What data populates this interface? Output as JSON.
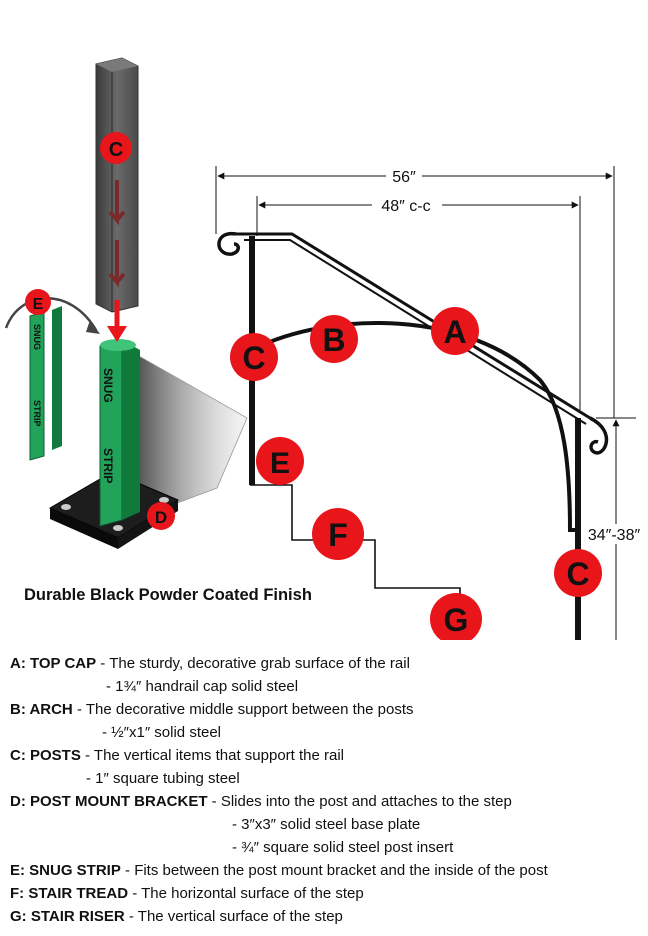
{
  "dimensions": {
    "overall_width": "56″",
    "center_to_center": "48″ c-c",
    "height_range": "34″-38″"
  },
  "callouts": {
    "a": "A",
    "b": "B",
    "c": "C",
    "d": "D",
    "e": "E",
    "f": "F",
    "g": "G"
  },
  "snug_strip_text": {
    "word1": "SNUG",
    "word2": "STRIP"
  },
  "finish_caption": "Durable Black Powder Coated Finish",
  "legend": [
    {
      "key": "A: TOP CAP",
      "desc": " - The sturdy, decorative grab surface of the rail",
      "subs": [
        "-  1¾″ handrail cap solid steel"
      ]
    },
    {
      "key": "B: ARCH",
      "desc": " -  The decorative middle support between the posts",
      "subs": [
        "-  ½″x1″ solid steel"
      ]
    },
    {
      "key": "C: POSTS",
      "desc": " - The vertical items that support the rail",
      "subs": [
        "-  1″ square tubing steel"
      ]
    },
    {
      "key": "D: POST MOUNT BRACKET",
      "desc": " - Slides into the post and attaches to the step",
      "subs": [
        "-  3″x3″ solid steel base plate",
        "-  ¾″ square solid steel post insert"
      ]
    },
    {
      "key": "E: SNUG STRIP",
      "desc": " - Fits between the post mount bracket and the inside of the post",
      "subs": []
    },
    {
      "key": "F: STAIR TREAD",
      "desc": " - The horizontal surface of the step",
      "subs": []
    },
    {
      "key": "G: STAIR RISER",
      "desc": " -  The vertical surface of the step",
      "subs": []
    }
  ],
  "colors": {
    "callout_red": "#e8151b",
    "strip_green": "#1a9a50",
    "post_gray": "#5a5a5a",
    "steel_black": "#111111"
  }
}
